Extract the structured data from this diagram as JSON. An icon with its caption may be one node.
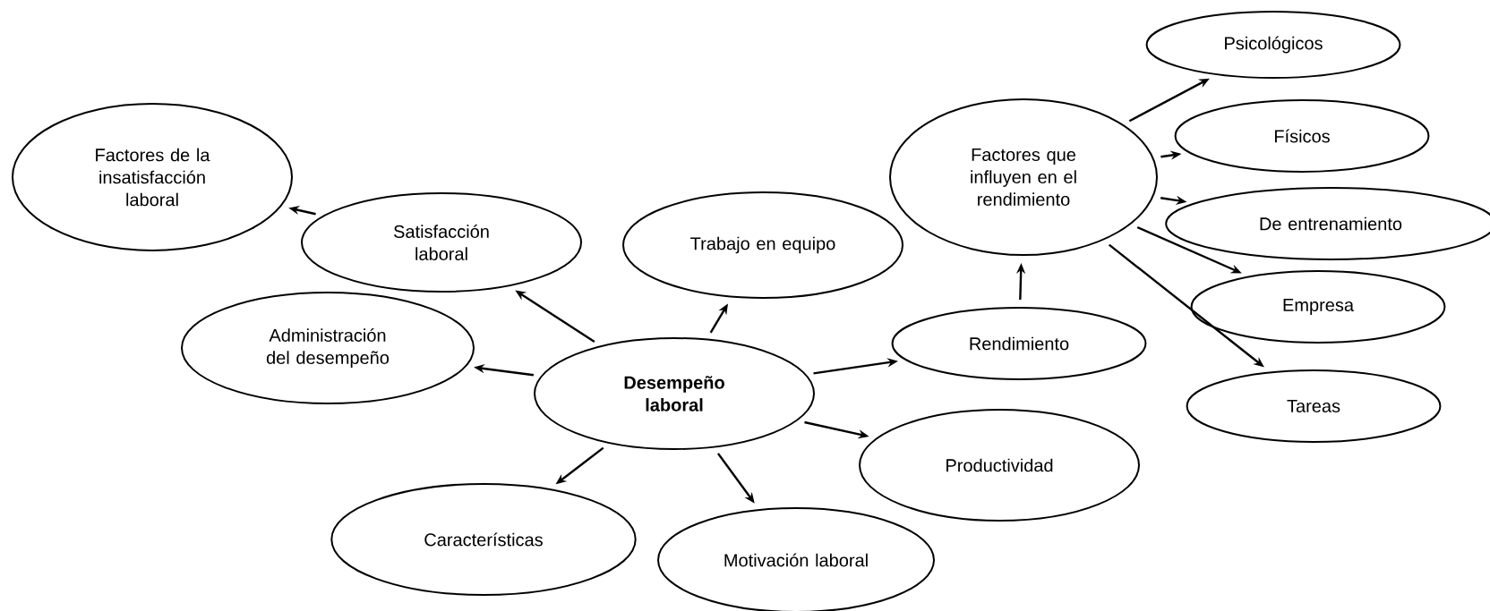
{
  "diagram": {
    "nodes": [
      {
        "text": [
          "Desempeño laboral"
        ]
      },
      {
        "text": [
          "Satisfacción laboral"
        ]
      },
      {
        "text": [
          "Factores de la insatisfacción laboral"
        ]
      },
      {
        "text": [
          "Trabajo en equipo"
        ]
      },
      {
        "text": [
          "Administración del desempeño"
        ]
      },
      {
        "text": [
          "Rendimiento"
        ]
      },
      {
        "text": [
          "Factores que influyen en el rendimiento"
        ]
      },
      {
        "text": [
          "Psicológicos"
        ]
      },
      {
        "text": [
          "Físicos"
        ]
      },
      {
        "text": [
          "De entrenamiento"
        ]
      },
      {
        "text": [
          "Empresa"
        ]
      },
      {
        "text": [
          "Tareas"
        ]
      },
      {
        "text": [
          "Productividad"
        ]
      },
      {
        "text": [
          "Características"
        ]
      },
      {
        "text": [
          "Motivación laboral"
        ]
      }
    ],
    "edges": [
      {
        "from": 0,
        "to": 1,
        "arrow": "to"
      },
      {
        "from": 1,
        "to": 2,
        "arrow": "to"
      },
      {
        "from": 0,
        "to": 3,
        "arrow": "to"
      },
      {
        "from": 0,
        "to": 4,
        "arrow": "to"
      },
      {
        "from": 0,
        "to": 5,
        "arrow": "to"
      },
      {
        "from": 5,
        "to": 6,
        "arrow": "to"
      },
      {
        "from": 6,
        "to": 7,
        "arrow": "to"
      },
      {
        "from": 6,
        "to": 8,
        "arrow": "to"
      },
      {
        "from": 6,
        "to": 9,
        "arrow": "to"
      },
      {
        "from": 6,
        "to": 10,
        "arrow": "to"
      },
      {
        "from": 6,
        "to": 11,
        "arrow": "to"
      },
      {
        "from": 0,
        "to": 12,
        "arrow": "to"
      },
      {
        "from": 0,
        "to": 13,
        "arrow": "to"
      },
      {
        "from": 0,
        "to": 14,
        "arrow": "to"
      }
    ]
  }
}
